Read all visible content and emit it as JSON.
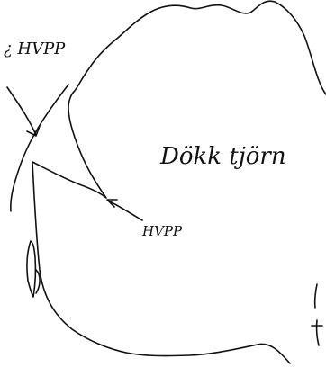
{
  "labels": {
    "upper_hvpp": "¿ HVPP",
    "lower_hvpp": "HVPP",
    "lake_name": "Dökk tjörn"
  },
  "ink_color": "#111111",
  "background_color": "#ffffff"
}
